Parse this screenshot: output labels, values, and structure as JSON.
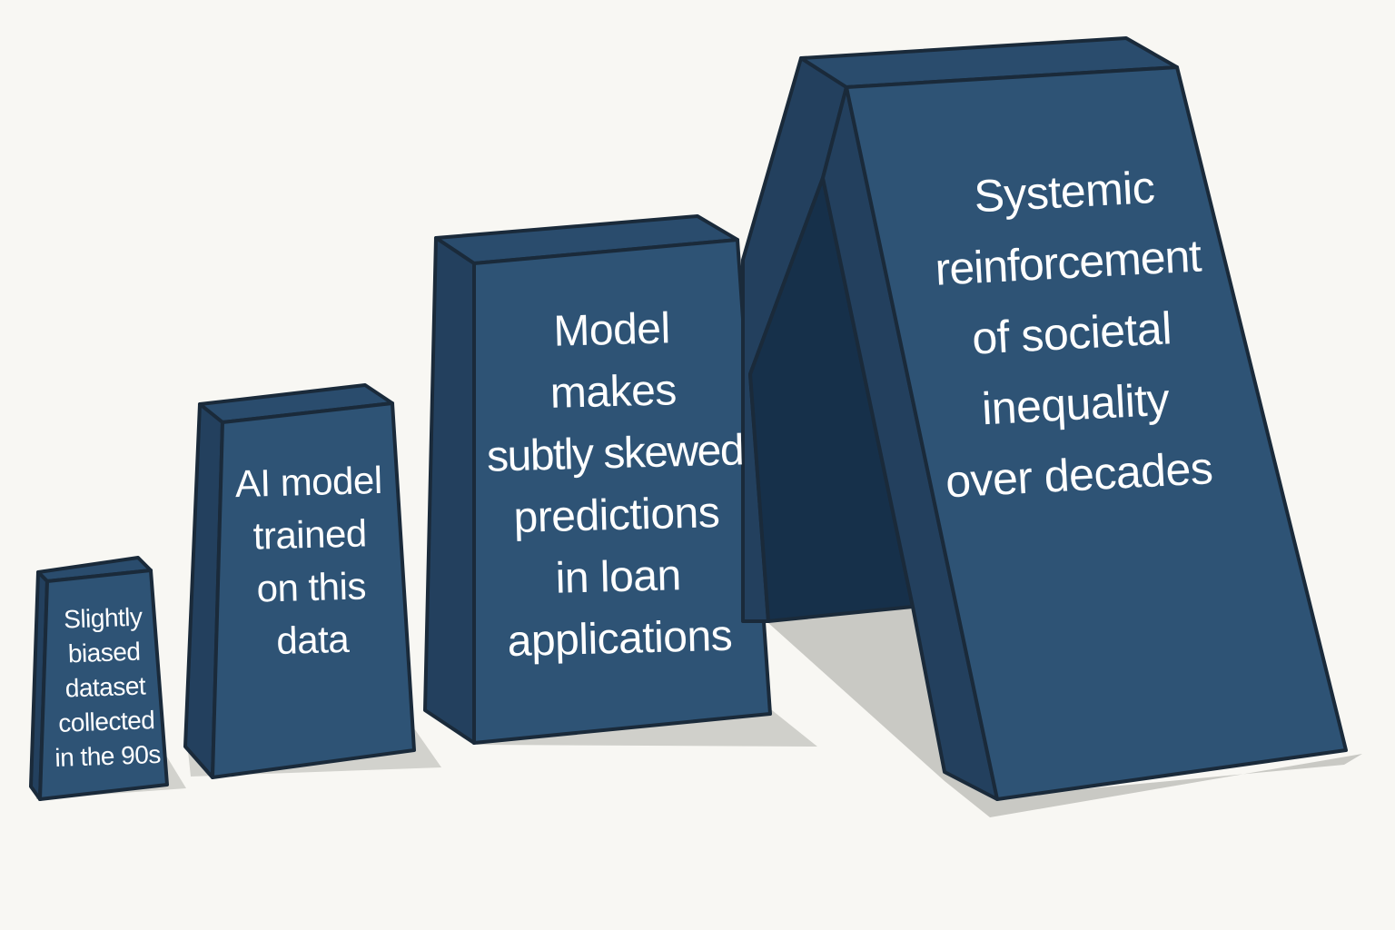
{
  "colors": {
    "background": "#f8f7f3",
    "block_front": "#2e5375",
    "block_side": "#23405e",
    "block_top": "#2a4c6d",
    "block_inner_shadow": "#16304a",
    "outline": "#1a2a3a",
    "ground_shadow": "#c9c9c4",
    "text": "#ffffff"
  },
  "blocks": [
    {
      "lines": [
        "Slightly",
        "biased",
        "dataset",
        "collected",
        "in the 90s"
      ]
    },
    {
      "lines": [
        "AI model",
        "trained",
        "on this",
        "data"
      ]
    },
    {
      "lines": [
        "Model",
        "makes",
        "subtly skewed",
        "predictions",
        "in loan",
        "applications"
      ]
    },
    {
      "lines": [
        "Systemic",
        "reinforcement",
        "of societal",
        "inequality",
        "over decades"
      ]
    }
  ]
}
